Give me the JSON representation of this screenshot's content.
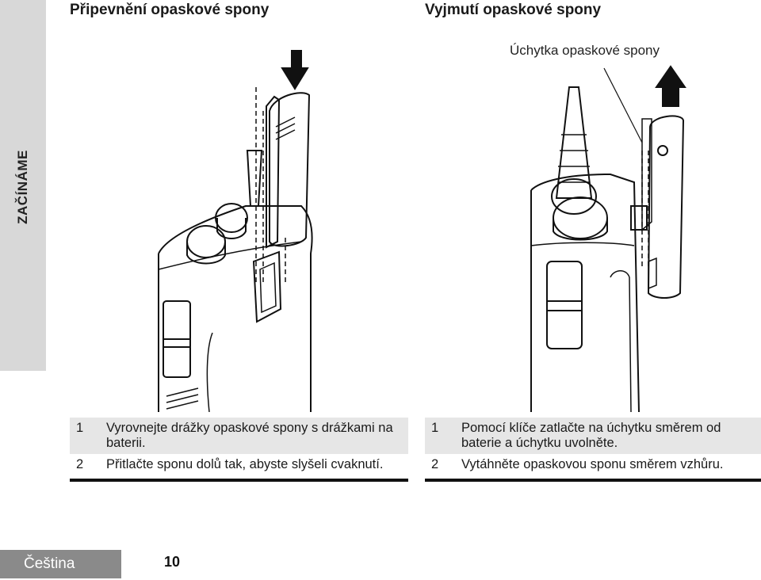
{
  "side_tab": {
    "label": "ZAČÍNÁME"
  },
  "left": {
    "heading": "Připevnění opaskové spony",
    "steps": [
      {
        "num": "1",
        "text": "Vyrovnejte drážky opaskové spony s drážkami na baterii."
      },
      {
        "num": "2",
        "text": "Přitlačte sponu dolů tak, abyste slyšeli cvaknutí."
      }
    ]
  },
  "right": {
    "heading": "Vyjmutí opaskové spony",
    "callout": "Úchytka opaskové spony",
    "steps": [
      {
        "num": "1",
        "text": "Pomocí klíče zatlačte na úchytku směrem od baterie a úchytku uvolněte."
      },
      {
        "num": "2",
        "text": "Vytáhněte opaskovou sponu směrem vzhůru."
      }
    ]
  },
  "footer": {
    "language": "Čeština",
    "page_number": "10"
  }
}
